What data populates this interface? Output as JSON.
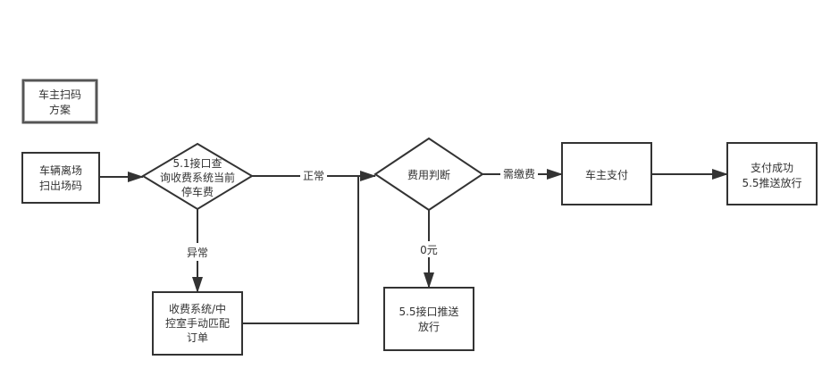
{
  "colors": {
    "stroke": "#333333",
    "legend_stroke": "#555555",
    "legend_inner": "#aaaaaa",
    "fill": "#ffffff",
    "text": "#333333"
  },
  "legend": {
    "lines": [
      "车主扫码",
      "方案"
    ]
  },
  "nodes": {
    "exit_scan": {
      "shape": "rect",
      "lines": [
        "车辆离场",
        "扫出场码"
      ]
    },
    "query_fee": {
      "shape": "diamond",
      "lines": [
        "5.1接口查",
        "询收费系统当前",
        "停车费"
      ]
    },
    "fee_check": {
      "shape": "diamond",
      "lines": [
        "费用判断"
      ]
    },
    "owner_pay": {
      "shape": "rect",
      "lines": [
        "车主支付"
      ]
    },
    "pay_success": {
      "shape": "rect",
      "lines": [
        "支付成功",
        "5.5推送放行"
      ]
    },
    "manual_match": {
      "shape": "rect",
      "lines": [
        "收费系统/中",
        "控室手动匹配",
        "订单"
      ]
    },
    "push_release": {
      "shape": "rect",
      "lines": [
        "5.5接口推送",
        "放行"
      ]
    }
  },
  "edges": [
    {
      "from": "exit_scan",
      "to": "query_fee",
      "label": ""
    },
    {
      "from": "query_fee",
      "to": "fee_check",
      "label": "正常"
    },
    {
      "from": "query_fee",
      "to": "manual_match",
      "label": "异常"
    },
    {
      "from": "manual_match",
      "to": "fee_check",
      "label": ""
    },
    {
      "from": "fee_check",
      "to": "owner_pay",
      "label": "需缴费"
    },
    {
      "from": "fee_check",
      "to": "push_release",
      "label": "0元"
    },
    {
      "from": "owner_pay",
      "to": "pay_success",
      "label": ""
    }
  ]
}
